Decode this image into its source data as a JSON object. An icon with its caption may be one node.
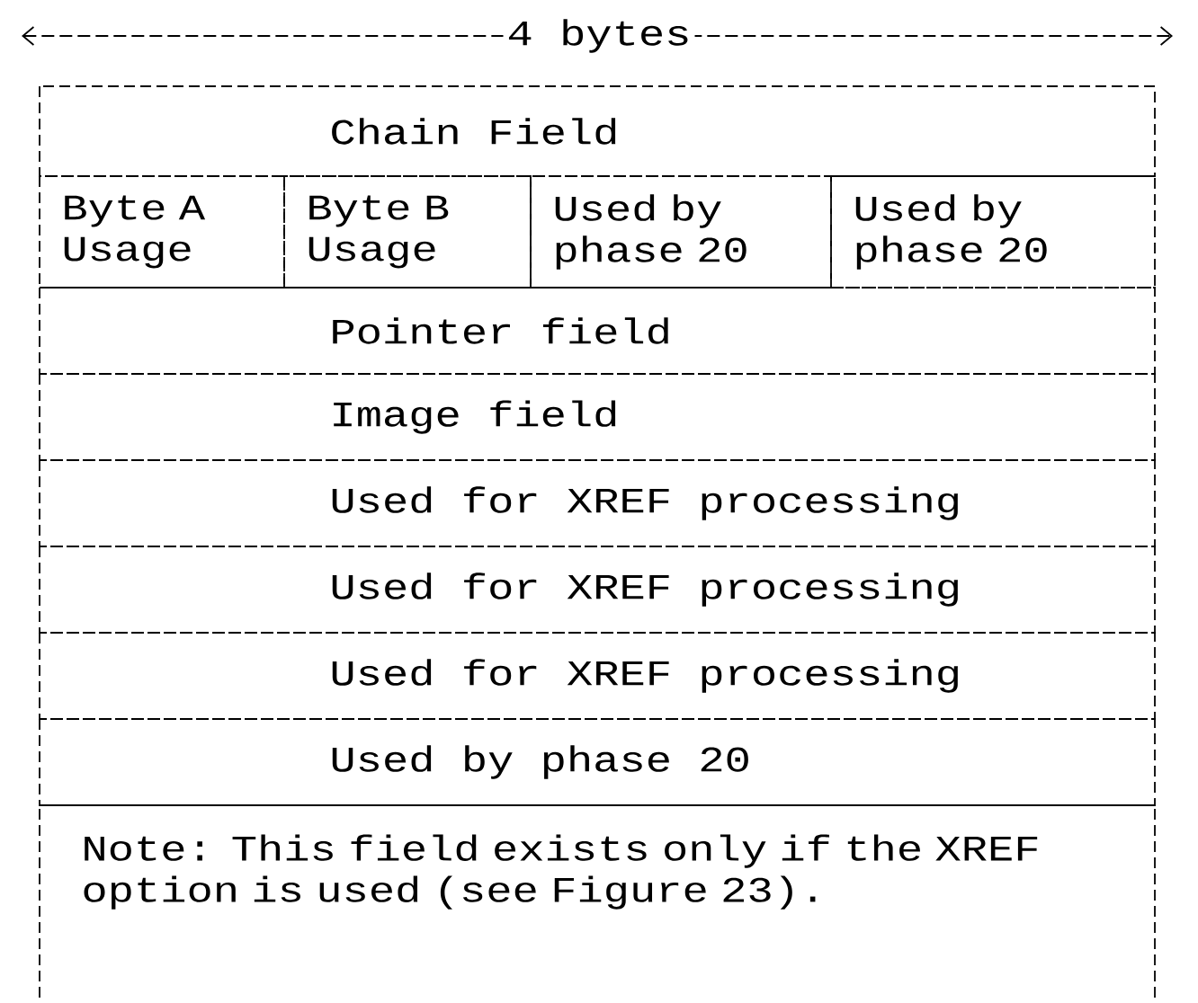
{
  "diagram": {
    "nodes": [
      {
        "text": [
          "Chain Field"
        ]
      },
      {
        "text": [
          "Byte A Usage"
        ]
      },
      {
        "text": [
          "Byte B Usage"
        ]
      },
      {
        "text": [
          "Used by phase 20"
        ]
      },
      {
        "text": [
          "Used by phase 20"
        ]
      },
      {
        "text": [
          "Pointer field"
        ]
      },
      {
        "text": [
          "Image field"
        ]
      },
      {
        "text": [
          "Used for XREF processing"
        ]
      },
      {
        "text": [
          "Used for XREF processing"
        ]
      },
      {
        "text": [
          "Used for XREF processing"
        ]
      },
      {
        "text": [
          "Used by phase 20"
        ]
      },
      {
        "text": [
          "Note: This field exists only if the XREF option is used (see Figure 23)."
        ]
      }
    ],
    "labels": [
      "4 bytes"
    ]
  }
}
